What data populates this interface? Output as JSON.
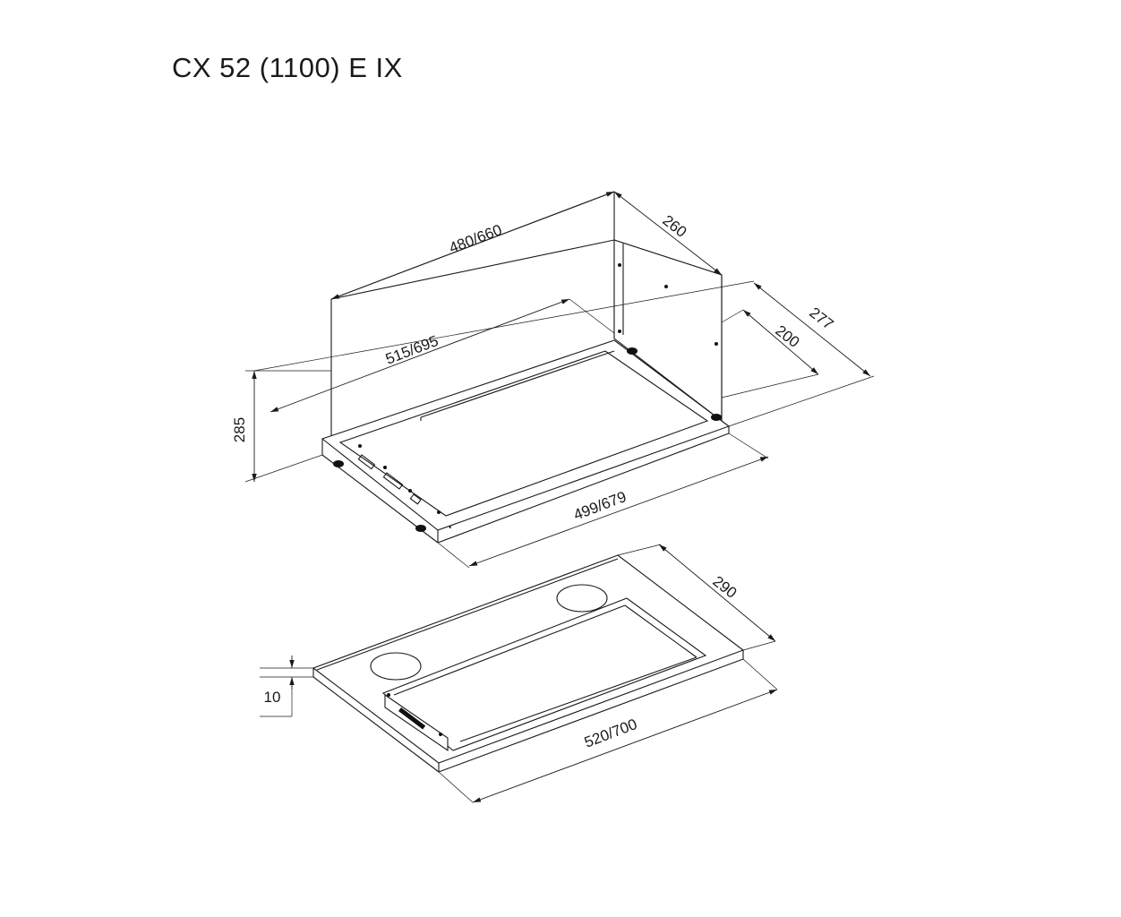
{
  "title": "CX 52 (1100) E IX",
  "dimensions": {
    "top_width": "480/660",
    "top_depth": "260",
    "mid_width": "515/695",
    "depth_outer": "277",
    "depth_inner": "200",
    "height": "285",
    "base_width": "499/679",
    "panel_depth": "290",
    "panel_thickness": "10",
    "panel_width": "520/700"
  },
  "colors": {
    "line": "#1a1a1a",
    "background": "#ffffff"
  }
}
